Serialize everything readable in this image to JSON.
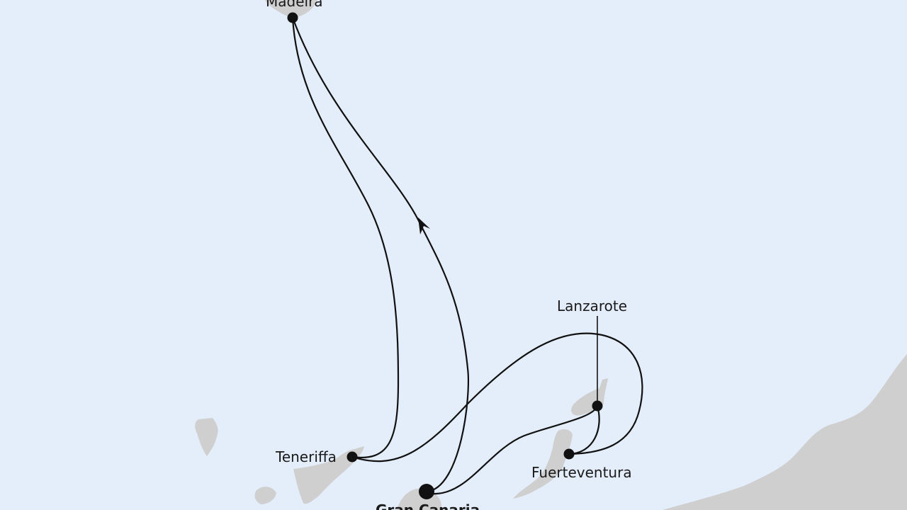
{
  "map": {
    "colors": {
      "sea": "#e4eefa",
      "land": "#cfcfcf",
      "route": "#111111",
      "marker": "#111111"
    },
    "ports": [
      {
        "id": "madeira",
        "label": "Madeira"
      },
      {
        "id": "teneriffa",
        "label": "Teneriffa"
      },
      {
        "id": "gran_canaria",
        "label": "Gran Canaria",
        "home_port": true
      },
      {
        "id": "lanzarote",
        "label": "Lanzarote"
      },
      {
        "id": "fuerteventura",
        "label": "Fuerteventura"
      }
    ]
  }
}
